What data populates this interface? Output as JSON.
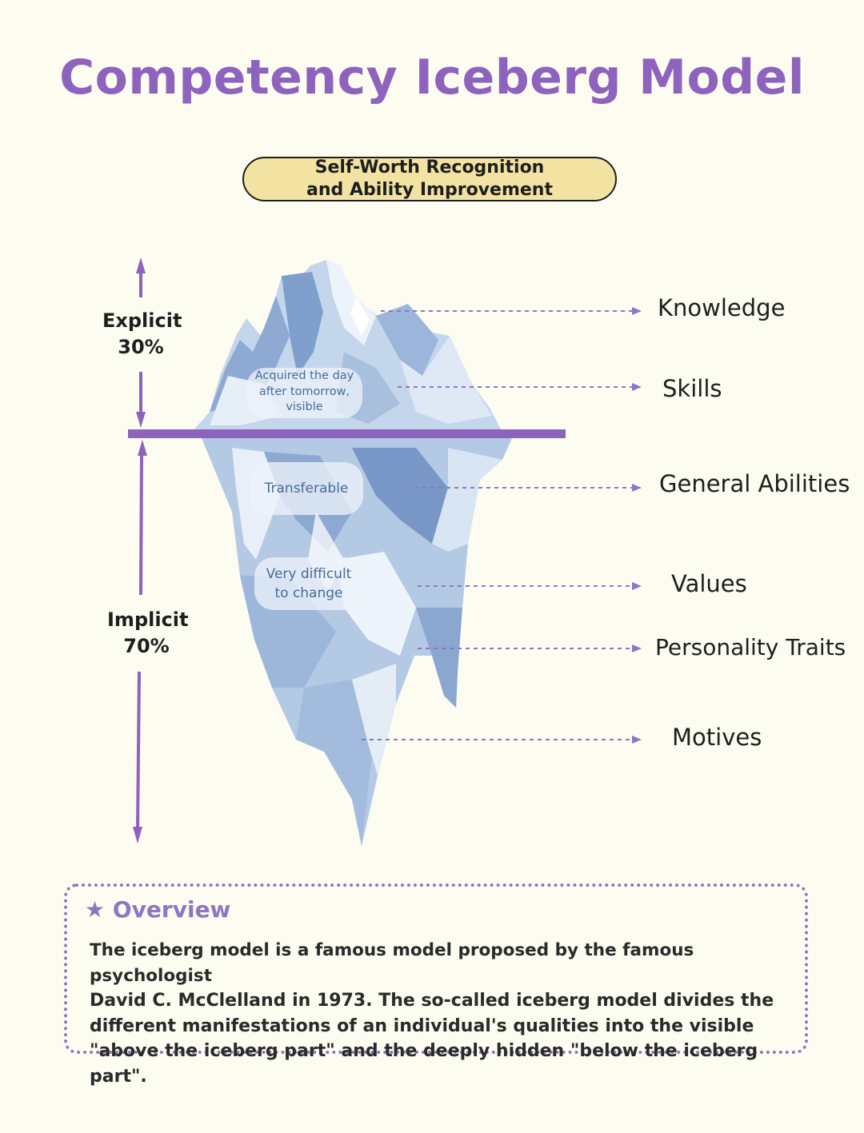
{
  "title": "Competency Iceberg Model",
  "subtitle": {
    "line1": "Self-Worth Recognition",
    "line2": "and Ability Improvement"
  },
  "axis": {
    "explicit": {
      "label": "Explicit",
      "percent": "30%"
    },
    "implicit": {
      "label": "Implicit",
      "percent": "70%"
    }
  },
  "bubbles": {
    "acquired": {
      "line1": "Acquired the day",
      "line2": "after tomorrow,",
      "line3": "visible"
    },
    "transferable": "Transferable",
    "difficult": {
      "line1": "Very difficult",
      "line2": "to change"
    }
  },
  "layers": [
    "Knowledge",
    "Skills",
    "General Abilities",
    "Values",
    "Personality Traits",
    "Motives"
  ],
  "overview": {
    "heading": "Overview",
    "star_icon": "star-icon",
    "lines": [
      "The iceberg model is a famous model proposed by the famous psychologist",
      "David C. McClelland in 1973. The so-called iceberg model divides the",
      "different manifestations of an individual's qualities into the visible",
      "\"above the iceberg part\" and the deeply hidden \"below the iceberg part\"."
    ]
  },
  "colors": {
    "accent": "#8d63bd",
    "dotted": "#8d77c2",
    "pill_fill": "#f3e3a2",
    "background": "#fdfcf1",
    "ice_light": "#e9f0f8",
    "ice_mid": "#a8c0de",
    "ice_dark": "#7596c4"
  }
}
